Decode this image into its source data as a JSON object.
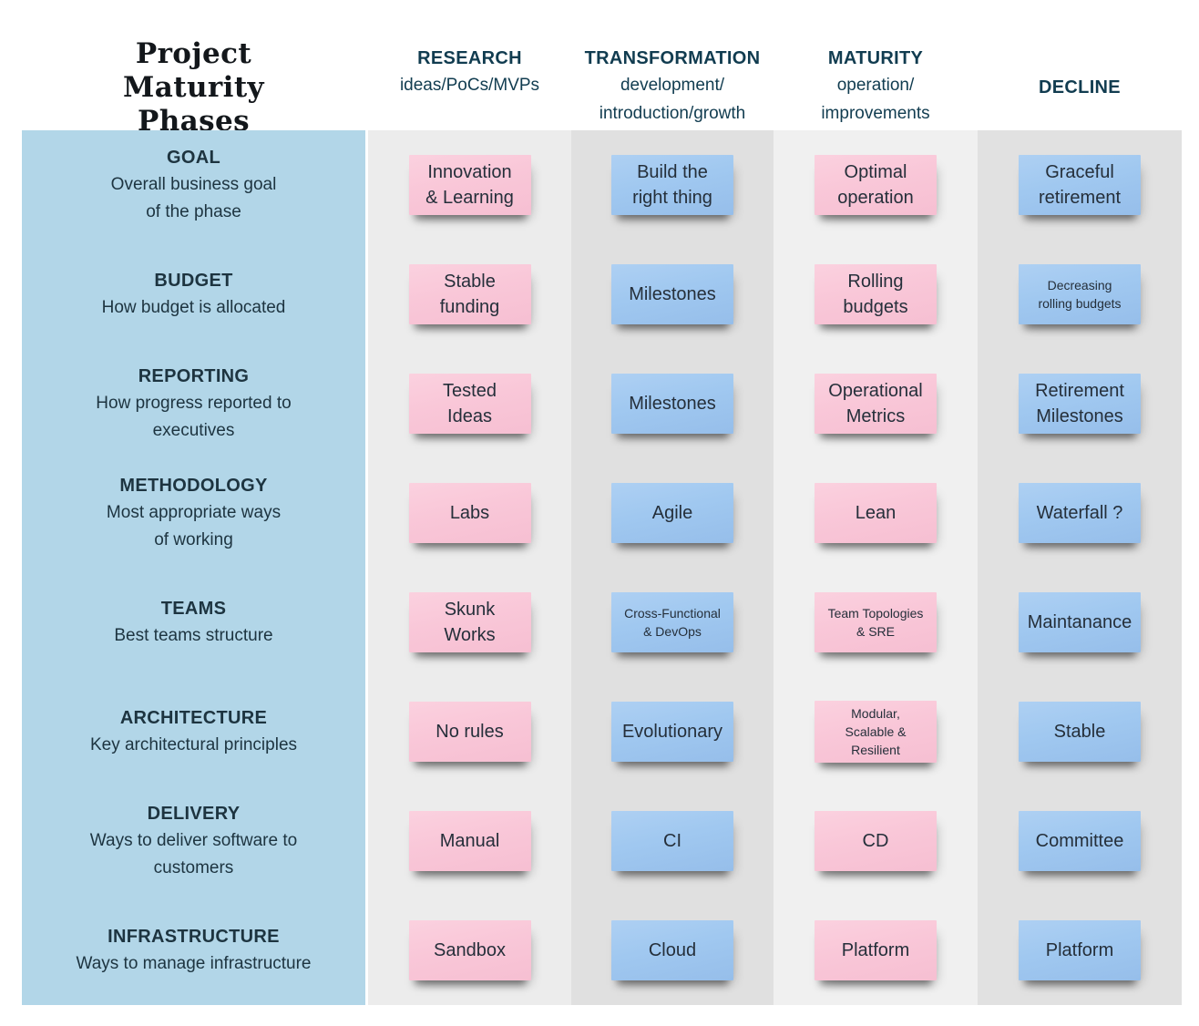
{
  "title": {
    "text": "Project\nMaturity\nPhases"
  },
  "columns": [
    {
      "key": "research",
      "label": "RESEARCH",
      "subtitle": "ideas/PoCs/MVPs"
    },
    {
      "key": "transformation",
      "label": "TRANSFORMATION",
      "subtitle": "development/\nintroduction/growth"
    },
    {
      "key": "maturity",
      "label": "MATURITY",
      "subtitle": "operation/\nimprovements"
    },
    {
      "key": "decline",
      "label": "DECLINE",
      "subtitle": ""
    }
  ],
  "rows": [
    {
      "label": "GOAL",
      "description": "Overall business goal\nof the phase",
      "notes": [
        {
          "text": "Innovation\n& Learning",
          "color": "pink"
        },
        {
          "text": "Build the\nright thing",
          "color": "blue"
        },
        {
          "text": "Optimal\noperation",
          "color": "pink"
        },
        {
          "text": "Graceful\nretirement",
          "color": "blue"
        }
      ]
    },
    {
      "label": "BUDGET",
      "description": "How budget is allocated",
      "notes": [
        {
          "text": "Stable\nfunding",
          "color": "pink"
        },
        {
          "text": "Milestones",
          "color": "blue"
        },
        {
          "text": "Rolling\nbudgets",
          "color": "pink"
        },
        {
          "text": "Decreasing\nrolling budgets",
          "color": "blue",
          "small": true
        }
      ]
    },
    {
      "label": "REPORTING",
      "description": "How progress reported to\nexecutives",
      "notes": [
        {
          "text": "Tested\nIdeas",
          "color": "pink"
        },
        {
          "text": "Milestones",
          "color": "blue"
        },
        {
          "text": "Operational\nMetrics",
          "color": "pink"
        },
        {
          "text": "Retirement\nMilestones",
          "color": "blue"
        }
      ]
    },
    {
      "label": "METHODOLOGY",
      "description": "Most appropriate ways\nof working",
      "notes": [
        {
          "text": "Labs",
          "color": "pink"
        },
        {
          "text": "Agile",
          "color": "blue"
        },
        {
          "text": "Lean",
          "color": "pink"
        },
        {
          "text": "Waterfall ?",
          "color": "blue"
        }
      ]
    },
    {
      "label": "TEAMS",
      "description": "Best teams structure",
      "notes": [
        {
          "text": "Skunk\nWorks",
          "color": "pink"
        },
        {
          "text": "Cross-Functional\n& DevOps",
          "color": "blue",
          "small": true
        },
        {
          "text": "Team Topologies\n& SRE",
          "color": "pink",
          "small": true
        },
        {
          "text": "Maintanance",
          "color": "blue"
        }
      ]
    },
    {
      "label": "ARCHITECTURE",
      "description": "Key architectural principles",
      "notes": [
        {
          "text": "No rules",
          "color": "pink"
        },
        {
          "text": "Evolutionary",
          "color": "blue"
        },
        {
          "text": "Modular,\nScalable &\nResilient",
          "color": "pink",
          "small": true
        },
        {
          "text": "Stable",
          "color": "blue"
        }
      ]
    },
    {
      "label": "DELIVERY",
      "description": "Ways to deliver software to\ncustomers",
      "notes": [
        {
          "text": "Manual",
          "color": "pink"
        },
        {
          "text": "CI",
          "color": "blue"
        },
        {
          "text": "CD",
          "color": "pink"
        },
        {
          "text": "Committee",
          "color": "blue"
        }
      ]
    },
    {
      "label": "INFRASTRUCTURE",
      "description": "Ways to manage infrastructure",
      "notes": [
        {
          "text": "Sandbox",
          "color": "pink"
        },
        {
          "text": "Cloud",
          "color": "blue"
        },
        {
          "text": "Platform",
          "color": "pink"
        },
        {
          "text": "Platform",
          "color": "blue"
        }
      ]
    }
  ],
  "palette": {
    "left_panel_blue": "#b2d6e8",
    "pink_note": "#f9c7d8",
    "blue_note": "#a0c8f0",
    "column_grey_light": "#ececec",
    "column_grey_dark": "#e0e0e0",
    "header_text": "#113c50",
    "note_text": "#252f3a"
  }
}
